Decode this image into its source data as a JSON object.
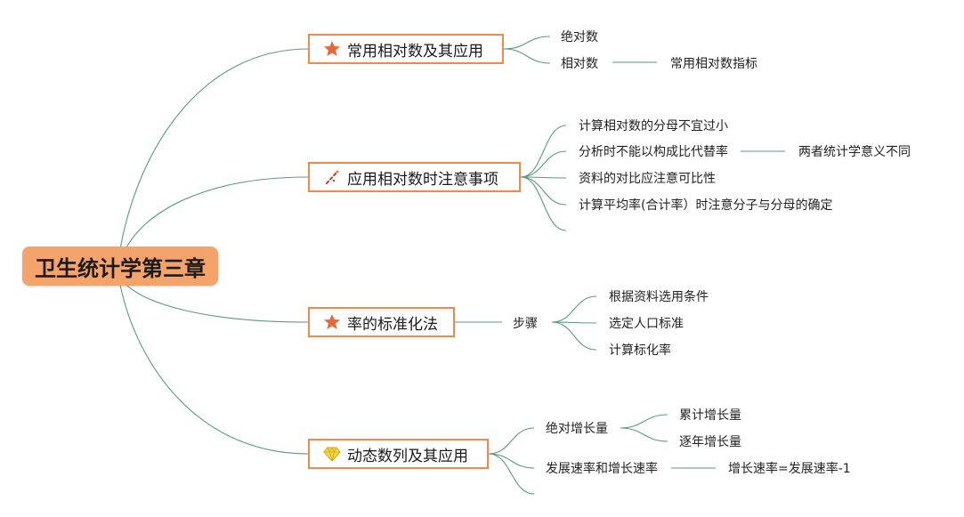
{
  "colors": {
    "root_fill": "#f4a46b",
    "branch_border": "#ef8a4f",
    "link": "#5a9a7f"
  },
  "root": {
    "label": "卫生统计学第三章"
  },
  "b1": {
    "label": "常用相对数及其应用",
    "icon": "star-icon",
    "items": [
      "绝对数",
      "相对数"
    ],
    "sub": "常用相对数指标"
  },
  "b2": {
    "label": "应用相对数时注意事项",
    "icon": "magic-wand-icon",
    "items": [
      "计算相对数的分母不宜过小",
      "分析时不能以构成比代替率",
      "资料的对比应注意可比性",
      "计算平均率(合计率）时注意分子与分母的确定"
    ],
    "sub": "两者统计学意义不同"
  },
  "b3": {
    "label": "率的标准化法",
    "icon": "star-icon",
    "step": "步骤",
    "items": [
      "根据资料选用条件",
      "选定人口标准",
      "计算标化率"
    ]
  },
  "b4": {
    "label": "动态数列及其应用",
    "icon": "gem-icon",
    "items": [
      "绝对增长量",
      "发展速率和增长速率"
    ],
    "abs_children": [
      "累计增长量",
      "逐年增长量"
    ],
    "rate_child": "增长速率=发展速率-1"
  }
}
